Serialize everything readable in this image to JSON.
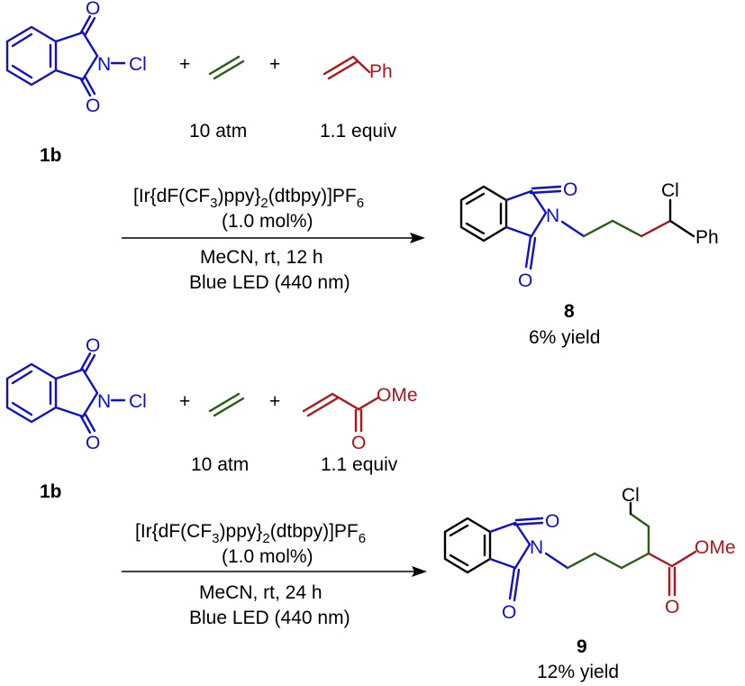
{
  "colors": {
    "reagent_1b": "#1010c8",
    "ethylene": "#2a5a14",
    "partner": "#b0141a",
    "black": "#000000"
  },
  "atoms": {
    "O": "O",
    "N": "N",
    "Cl": "Cl",
    "Ph": "Ph",
    "OMe": "OMe"
  },
  "plus": "+",
  "reaction1": {
    "compound_1b_label": "1b",
    "ethylene_amount": "10 atm",
    "styrene_amount": "1.1 equiv",
    "catalyst": "[Ir{dF(CF",
    "catalyst_sub1": "3",
    "catalyst_mid": ")ppy}",
    "catalyst_sub2": "2",
    "catalyst_end": "(dtbpy)]PF",
    "catalyst_sub3": "6",
    "loading": "(1.0 mol%)",
    "conditions": "MeCN, rt, 12 h",
    "light": "Blue LED (440 nm)",
    "product_label": "8",
    "product_yield": "6% yield"
  },
  "reaction2": {
    "compound_1b_label": "1b",
    "ethylene_amount": "10 atm",
    "acrylate_amount": "1.1 equiv",
    "catalyst": "[Ir{dF(CF",
    "catalyst_sub1": "3",
    "catalyst_mid": ")ppy}",
    "catalyst_sub2": "2",
    "catalyst_end": "(dtbpy)]PF",
    "catalyst_sub3": "6",
    "loading": "(1.0 mol%)",
    "conditions": "MeCN, rt, 24 h",
    "light": "Blue LED (440 nm)",
    "product_label": "9",
    "product_yield": "12% yield"
  }
}
